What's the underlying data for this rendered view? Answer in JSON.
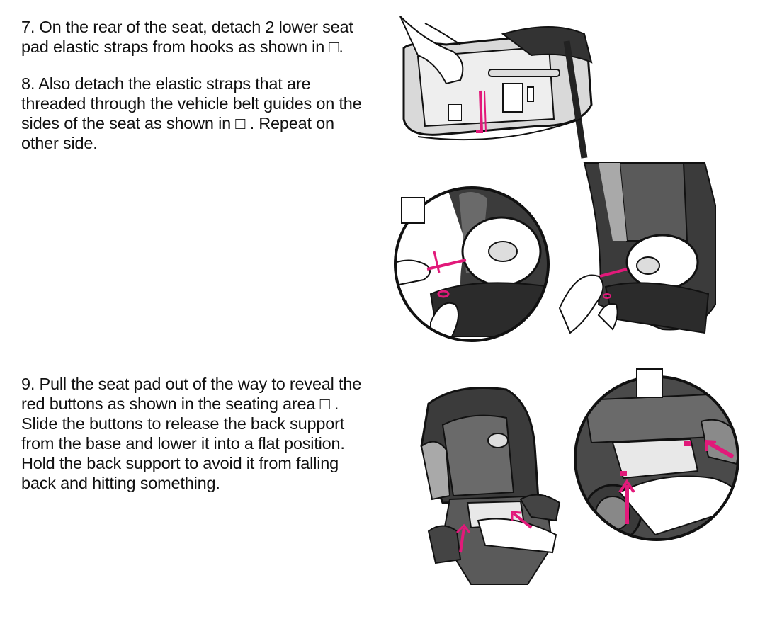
{
  "instructions": {
    "step7": "7. On the rear of the seat, detach 2 lower seat\npad elastic straps from hooks as shown in □.",
    "step8": "8.  Also detach the elastic straps that are\nthreaded through the vehicle belt guides on the\nsides of the seat as shown in □ . Repeat on\nother side.",
    "step9": "9. Pull the seat pad out of the way to reveal the\nred buttons as shown in the seating area □ .\nSlide the buttons to release the back support\nfrom the base and lower it into a flat position.\nHold the back support to avoid it from falling\nback and hitting something."
  },
  "colors": {
    "strap_accent": "#e2197a",
    "seat_dark": "#3b3b3b",
    "seat_mid": "#6a6a6a",
    "seat_light": "#a9a9a9",
    "outline": "#111111"
  }
}
